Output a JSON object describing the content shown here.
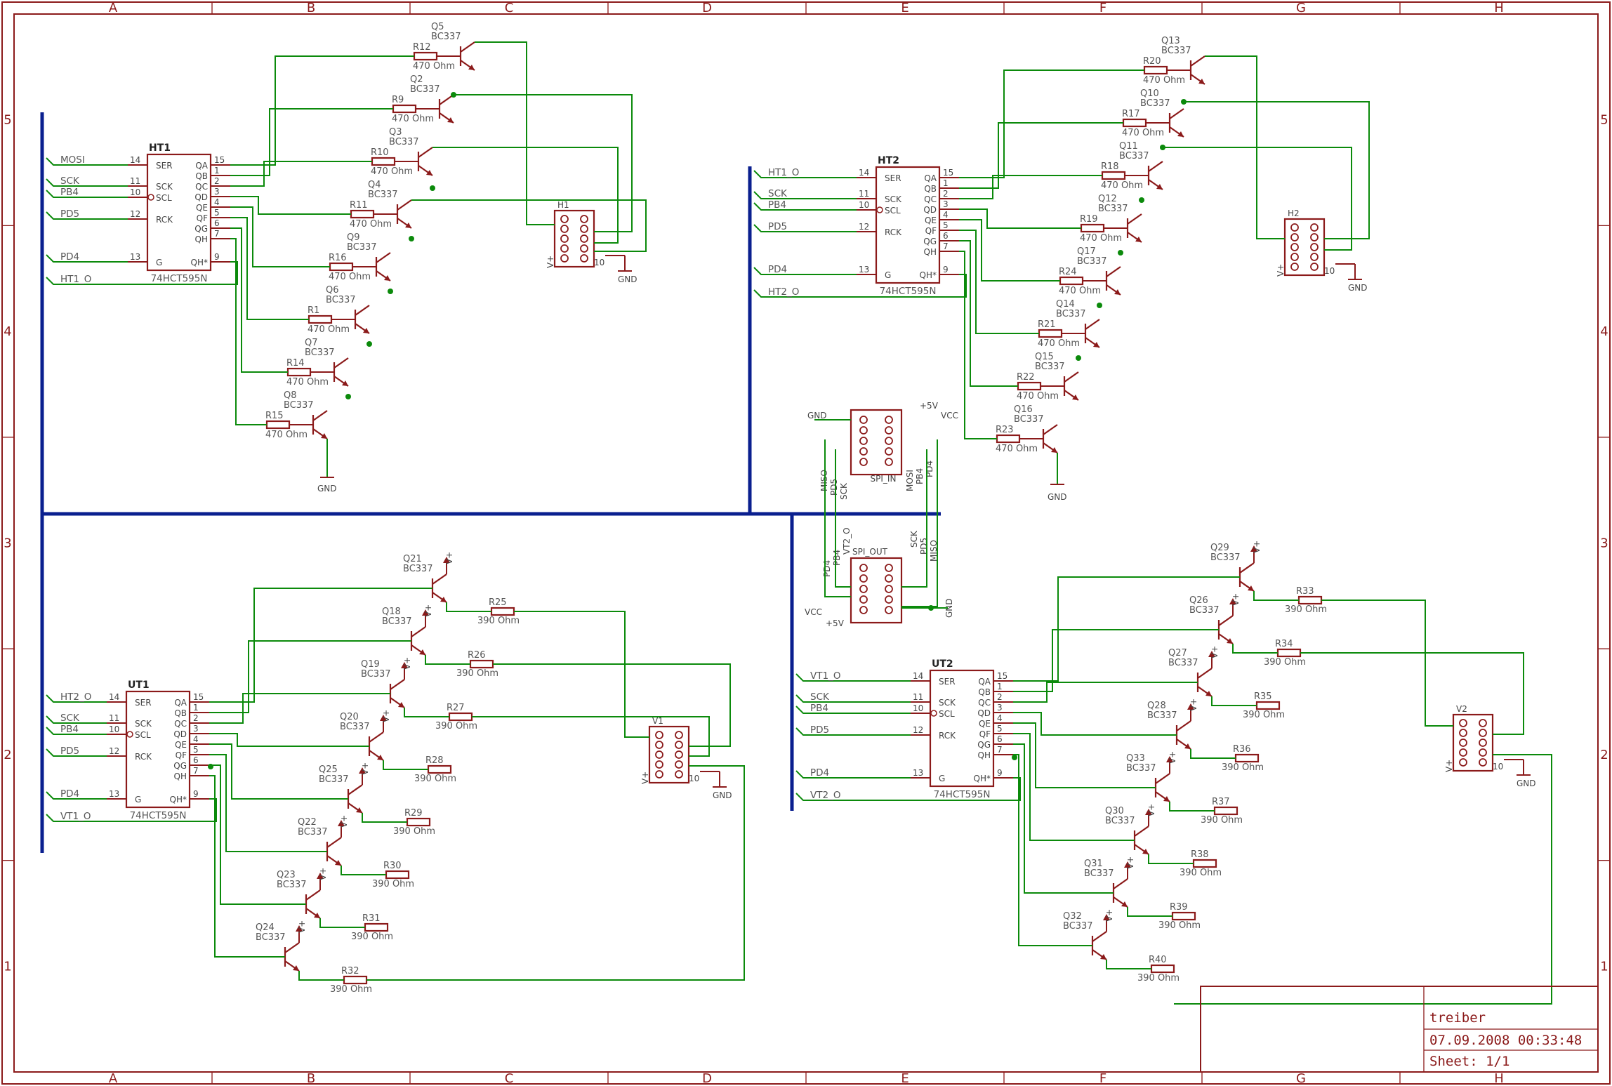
{
  "title_block": {
    "name": "treiber",
    "timestamp": "07.09.2008 00:33:48",
    "sheet": "Sheet: 1/1"
  },
  "border": {
    "columns": [
      "A",
      "B",
      "C",
      "D",
      "E",
      "F",
      "G",
      "H"
    ],
    "rows": [
      "5",
      "4",
      "3",
      "2",
      "1"
    ]
  },
  "colors": {
    "frame": "#8b1a1a",
    "bus": "#0a1f8f",
    "wire": "#0b8a0b",
    "text": "#555555"
  },
  "shift_registers": [
    {
      "id": "HT1",
      "type": "74HCT595N",
      "inputs": [
        "MOSI",
        "SCK",
        "PB4",
        "PD5",
        "PD4",
        "HT1_O"
      ]
    },
    {
      "id": "HT2",
      "type": "74HCT595N",
      "inputs": [
        "HT1_O",
        "SCK",
        "PB4",
        "PD5",
        "PD4",
        "HT2_O"
      ]
    },
    {
      "id": "UT1",
      "type": "74HCT595N",
      "inputs": [
        "HT2_O",
        "SCK",
        "PB4",
        "PD5",
        "PD4",
        "VT1_O"
      ]
    },
    {
      "id": "UT2",
      "type": "74HCT595N",
      "inputs": [
        "VT1_O",
        "SCK",
        "PB4",
        "PD5",
        "PD4",
        "VT2_O"
      ]
    }
  ],
  "chip_pins": {
    "left": [
      "SER",
      "SCK",
      "SCL",
      "RCK",
      "G"
    ],
    "left_nums": [
      "14",
      "11",
      "10",
      "12",
      "13"
    ],
    "right": [
      "QA",
      "QB",
      "QC",
      "QD",
      "QE",
      "QF",
      "QG",
      "QH",
      "QH*"
    ],
    "right_nums": [
      "15",
      "1",
      "2",
      "3",
      "4",
      "5",
      "6",
      "7",
      "9"
    ]
  },
  "connectors": [
    {
      "id": "H1",
      "pins": [
        "1",
        "2",
        "3",
        "4",
        "5",
        "6",
        "7",
        "8",
        "9",
        "10"
      ],
      "vplus": "V+",
      "gnd": "GND"
    },
    {
      "id": "H2",
      "pins": [
        "1",
        "2",
        "3",
        "4",
        "5",
        "6",
        "7",
        "8",
        "9",
        "10"
      ],
      "vplus": "V+",
      "gnd": "GND"
    },
    {
      "id": "V1",
      "pins": [
        "1",
        "2",
        "3",
        "4",
        "5",
        "6",
        "7",
        "8",
        "9",
        "10"
      ],
      "vplus": "V+",
      "gnd": "GND"
    },
    {
      "id": "V2",
      "pins": [
        "1",
        "2",
        "3",
        "4",
        "5",
        "6",
        "7",
        "8",
        "9",
        "10"
      ],
      "vplus": "V+",
      "gnd": "GND"
    },
    {
      "id": "SPI_IN",
      "labels": [
        "GND",
        "+5V",
        "VCC",
        "MISO",
        "PD5",
        "SCK",
        "MOSI",
        "PB4",
        "PD4"
      ]
    },
    {
      "id": "SPI_OUT",
      "labels": [
        "VT2_O",
        "PB4",
        "PD4",
        "SCK",
        "PD5",
        "MISO",
        "VCC",
        "+5V",
        "GND"
      ]
    }
  ],
  "ht1_stages": [
    {
      "q": "Q5",
      "r": "R12"
    },
    {
      "q": "Q2",
      "r": "R9"
    },
    {
      "q": "Q3",
      "r": "R10"
    },
    {
      "q": "Q4",
      "r": "R11"
    },
    {
      "q": "Q9",
      "r": "R16"
    },
    {
      "q": "Q6",
      "r": "R1"
    },
    {
      "q": "Q7",
      "r": "R14"
    },
    {
      "q": "Q8",
      "r": "R15"
    }
  ],
  "ht2_stages": [
    {
      "q": "Q13",
      "r": "R20"
    },
    {
      "q": "Q10",
      "r": "R17"
    },
    {
      "q": "Q11",
      "r": "R18"
    },
    {
      "q": "Q12",
      "r": "R19"
    },
    {
      "q": "Q17",
      "r": "R24"
    },
    {
      "q": "Q14",
      "r": "R21"
    },
    {
      "q": "Q15",
      "r": "R22"
    },
    {
      "q": "Q16",
      "r": "R23"
    }
  ],
  "ut1_stages": [
    {
      "q": "Q21",
      "r": "R25"
    },
    {
      "q": "Q18",
      "r": "R26"
    },
    {
      "q": "Q19",
      "r": "R27"
    },
    {
      "q": "Q20",
      "r": "R28"
    },
    {
      "q": "Q25",
      "r": "R29"
    },
    {
      "q": "Q22",
      "r": "R30"
    },
    {
      "q": "Q23",
      "r": "R31"
    },
    {
      "q": "Q24",
      "r": "R32"
    }
  ],
  "ut2_stages": [
    {
      "q": "Q29",
      "r": "R33"
    },
    {
      "q": "Q26",
      "r": "R34"
    },
    {
      "q": "Q27",
      "r": "R35"
    },
    {
      "q": "Q28",
      "r": "R36"
    },
    {
      "q": "Q33",
      "r": "R37"
    },
    {
      "q": "Q30",
      "r": "R38"
    },
    {
      "q": "Q31",
      "r": "R39"
    },
    {
      "q": "Q32",
      "r": "R40"
    }
  ],
  "part_values": {
    "transistor": "BC337",
    "high_side_resistor": "470 Ohm",
    "low_side_resistor": "390 Ohm",
    "gnd": "GND",
    "vplus": "V+"
  }
}
